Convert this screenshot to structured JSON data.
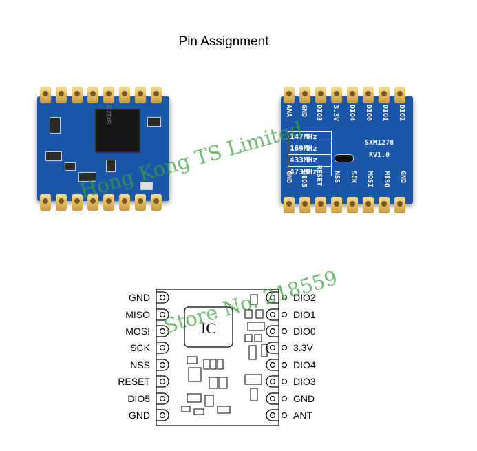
{
  "title": "Pin Assignment",
  "watermark": {
    "line1": "Hong Kong TS Limited",
    "line2": "Store No. 218559"
  },
  "board_back": {
    "top_pins": [
      "ANA",
      "GND",
      "DIO3",
      "3.3V",
      "DIO4",
      "DIO0",
      "DIO1",
      "DIO2"
    ],
    "bottom_pins": [
      "GND",
      "DIO5",
      "RESET",
      "NSS",
      "SCK",
      "MOSI",
      "MISO",
      "GND"
    ],
    "frequencies": [
      "147MHz",
      "169MHz",
      "433MHz",
      "473MHz"
    ],
    "model": "SXM1278",
    "version": "RV1.0"
  },
  "board_front": {
    "chip_marking": "SX1278"
  },
  "pinout": {
    "chip_label": "IC",
    "left_pins": [
      "GND",
      "MISO",
      "MOSI",
      "SCK",
      "NSS",
      "RESET",
      "DIO5",
      "GND"
    ],
    "right_pins": [
      "DIO2",
      "DIO1",
      "DIO0",
      "3.3V",
      "DIO4",
      "DIO3",
      "GND",
      "ANT"
    ]
  }
}
